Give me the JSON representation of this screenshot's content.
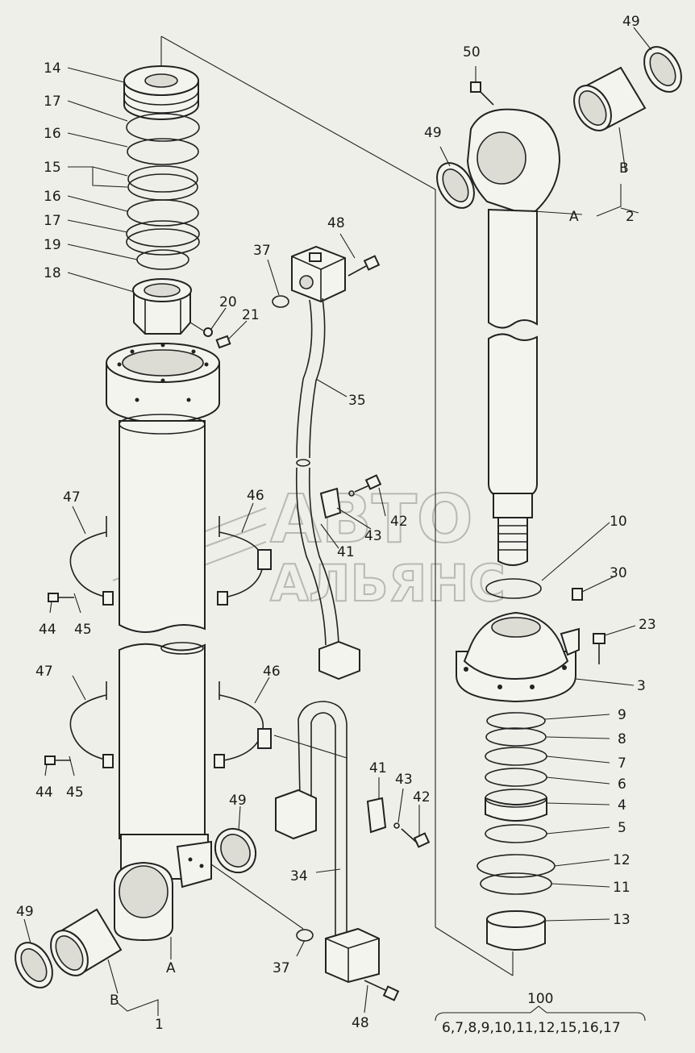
{
  "watermark": {
    "line1": "АВТО",
    "line2": "АЛЬЯНС"
  },
  "labels": {
    "p14": "14",
    "p17a": "17",
    "p16a": "16",
    "p15": "15",
    "p16b": "16",
    "p17b": "17",
    "p19": "19",
    "p18": "18",
    "p20": "20",
    "p21": "21",
    "p47a": "47",
    "p46a": "46",
    "p44a": "44",
    "p45a": "45",
    "p47b": "47",
    "p46b": "46",
    "p44b": "44",
    "p45b": "45",
    "p49a": "49",
    "p49b": "49",
    "p49c": "49",
    "p49d": "49",
    "pA1": "A",
    "pB1": "B",
    "p1": "1",
    "p37a": "37",
    "p48a": "48",
    "p35": "35",
    "p42a": "42",
    "p43a": "43",
    "p41a": "41",
    "p41b": "41",
    "p43b": "43",
    "p42b": "42",
    "p34": "34",
    "p37b": "37",
    "p48b": "48",
    "p50": "50",
    "pB2": "B",
    "pA2": "A",
    "p2": "2",
    "p10": "10",
    "p30": "30",
    "p23": "23",
    "p3": "3",
    "p9": "9",
    "p8": "8",
    "p7": "7",
    "p6": "6",
    "p4": "4",
    "p5": "5",
    "p12": "12",
    "p11": "11",
    "p13": "13",
    "p100": "100",
    "kit": "6,7,8,9,10,11,12,15,16,17"
  }
}
